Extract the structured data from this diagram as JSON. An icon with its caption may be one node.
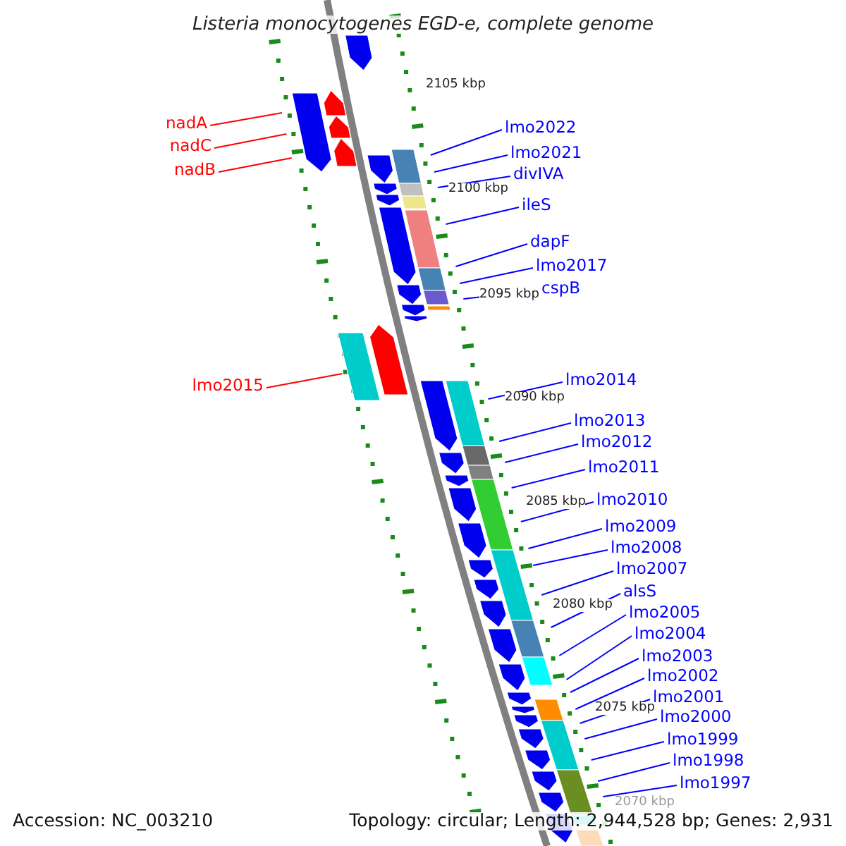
{
  "diagram": {
    "title": "Listeria monocytogenes EGD-e, complete genome",
    "nodes": [
      {
        "text": [
          "nadA"
        ]
      },
      {
        "text": [
          "lmo2022"
        ]
      },
      {
        "text": [
          "nadC"
        ]
      },
      {
        "text": [
          "lmo2021"
        ]
      },
      {
        "text": [
          "nadB"
        ]
      },
      {
        "text": [
          "divIVA"
        ]
      },
      {
        "text": [
          "ileS"
        ]
      },
      {
        "text": [
          "dapF"
        ]
      },
      {
        "text": [
          "lmo2017"
        ]
      },
      {
        "text": [
          "cspB"
        ]
      },
      {
        "text": [
          "lmo2015"
        ]
      },
      {
        "text": [
          "lmo2014"
        ]
      },
      {
        "text": [
          "lmo2013"
        ]
      },
      {
        "text": [
          "lmo2012"
        ]
      },
      {
        "text": [
          "lmo2011"
        ]
      },
      {
        "text": [
          "lmo2010"
        ]
      },
      {
        "text": [
          "lmo2009"
        ]
      },
      {
        "text": [
          "lmo2008"
        ]
      },
      {
        "text": [
          "lmo2007"
        ]
      },
      {
        "text": [
          "alsS"
        ]
      },
      {
        "text": [
          "lmo2005"
        ]
      },
      {
        "text": [
          "lmo2004"
        ]
      },
      {
        "text": [
          "lmo2003"
        ]
      },
      {
        "text": [
          "lmo2002"
        ]
      },
      {
        "text": [
          "lmo2001"
        ]
      },
      {
        "text": [
          "lmo2000"
        ]
      },
      {
        "text": [
          "lmo1999"
        ]
      },
      {
        "text": [
          "lmo1998"
        ]
      },
      {
        "text": [
          "lmo1997"
        ]
      }
    ],
    "edges": [
      {
        "from": 0,
        "to": null,
        "arrow": "none",
        "color": "#ff0000"
      },
      {
        "from": 1,
        "to": null,
        "arrow": "none"
      },
      {
        "from": 2,
        "to": null,
        "arrow": "none",
        "color": "#ff0000"
      },
      {
        "from": 3,
        "to": null,
        "arrow": "none"
      },
      {
        "from": 4,
        "to": null,
        "arrow": "none",
        "color": "#ff0000"
      },
      {
        "from": 5,
        "to": null,
        "arrow": "none"
      },
      {
        "from": 6,
        "to": null,
        "arrow": "none"
      },
      {
        "from": 7,
        "to": null,
        "arrow": "none"
      },
      {
        "from": 8,
        "to": null,
        "arrow": "none"
      },
      {
        "from": 9,
        "to": null,
        "arrow": "none"
      },
      {
        "from": 10,
        "to": null,
        "arrow": "none",
        "color": "#ff0000"
      },
      {
        "from": 11,
        "to": null,
        "arrow": "none"
      },
      {
        "from": 12,
        "to": null,
        "arrow": "none"
      },
      {
        "from": 13,
        "to": null,
        "arrow": "none"
      },
      {
        "from": 14,
        "to": null,
        "arrow": "none"
      },
      {
        "from": 15,
        "to": null,
        "arrow": "none"
      },
      {
        "from": 16,
        "to": null,
        "arrow": "none"
      },
      {
        "from": 17,
        "to": null,
        "arrow": "none"
      },
      {
        "from": 18,
        "to": null,
        "arrow": "none"
      },
      {
        "from": 19,
        "to": null,
        "arrow": "none"
      },
      {
        "from": 20,
        "to": null,
        "arrow": "none"
      },
      {
        "from": 21,
        "to": null,
        "arrow": "none"
      },
      {
        "from": 22,
        "to": null,
        "arrow": "none"
      },
      {
        "from": 23,
        "to": null,
        "arrow": "none"
      },
      {
        "from": 24,
        "to": null,
        "arrow": "none"
      },
      {
        "from": 25,
        "to": null,
        "arrow": "none"
      },
      {
        "from": 26,
        "to": null,
        "arrow": "none"
      },
      {
        "from": 27,
        "to": null,
        "arrow": "none"
      },
      {
        "from": 28,
        "to": null,
        "arrow": "none"
      }
    ],
    "labels": [
      "2105 kbp",
      "2100 kbp",
      "2095 kbp",
      "2090 kbp",
      "2085 kbp",
      "2080 kbp",
      "2075 kbp",
      "2070 kbp",
      "Accession: NC_003210",
      "Topology: circular; Length: 2,944,528 bp; Genes: 2,931"
    ]
  }
}
